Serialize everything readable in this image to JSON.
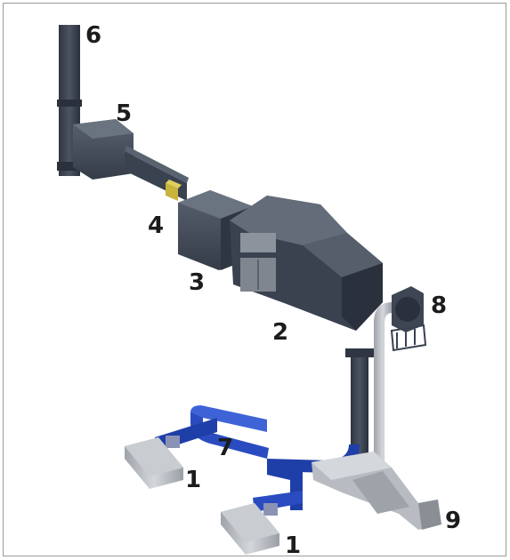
{
  "labels": {
    "l1a": "1",
    "l1b": "1",
    "l2": "2",
    "l3": "3",
    "l4": "4",
    "l5": "5",
    "l6": "6",
    "l7": "7",
    "l8": "8",
    "l9": "9"
  },
  "colors": {
    "duct_dark": "#3a4250",
    "duct_mid": "#4e5664",
    "duct_light": "#6a7380",
    "blue": "#1f3fa8",
    "blue_light": "#3d63d6",
    "grey": "#b8bcc2",
    "grey_dark": "#8a8f96",
    "yellow": "#c8b43a"
  }
}
